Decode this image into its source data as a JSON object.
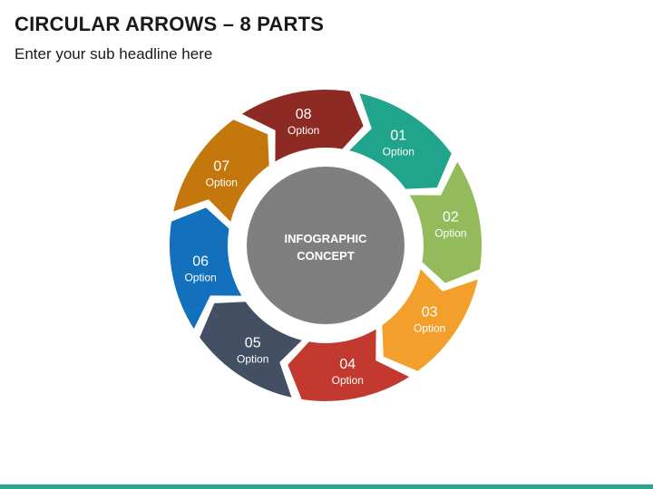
{
  "header": {
    "title": "CIRCULAR ARROWS – 8 PARTS",
    "subtitle": "Enter your sub headline here"
  },
  "center": {
    "line1": "INFOGRAPHIC",
    "line2": "CONCEPT",
    "color": "#7f7f7f"
  },
  "segments": [
    {
      "number": "01",
      "label": "Option",
      "color": "#20a48b"
    },
    {
      "number": "02",
      "label": "Option",
      "color": "#93bb5c"
    },
    {
      "number": "03",
      "label": "Option",
      "color": "#f2a02b"
    },
    {
      "number": "04",
      "label": "Option",
      "color": "#c4392f"
    },
    {
      "number": "05",
      "label": "Option",
      "color": "#434f63"
    },
    {
      "number": "06",
      "label": "Option",
      "color": "#1370bc"
    },
    {
      "number": "07",
      "label": "Option",
      "color": "#c4770d"
    },
    {
      "number": "08",
      "label": "Option",
      "color": "#8e2a24"
    }
  ],
  "accent_bar_color": "#2aa58f"
}
